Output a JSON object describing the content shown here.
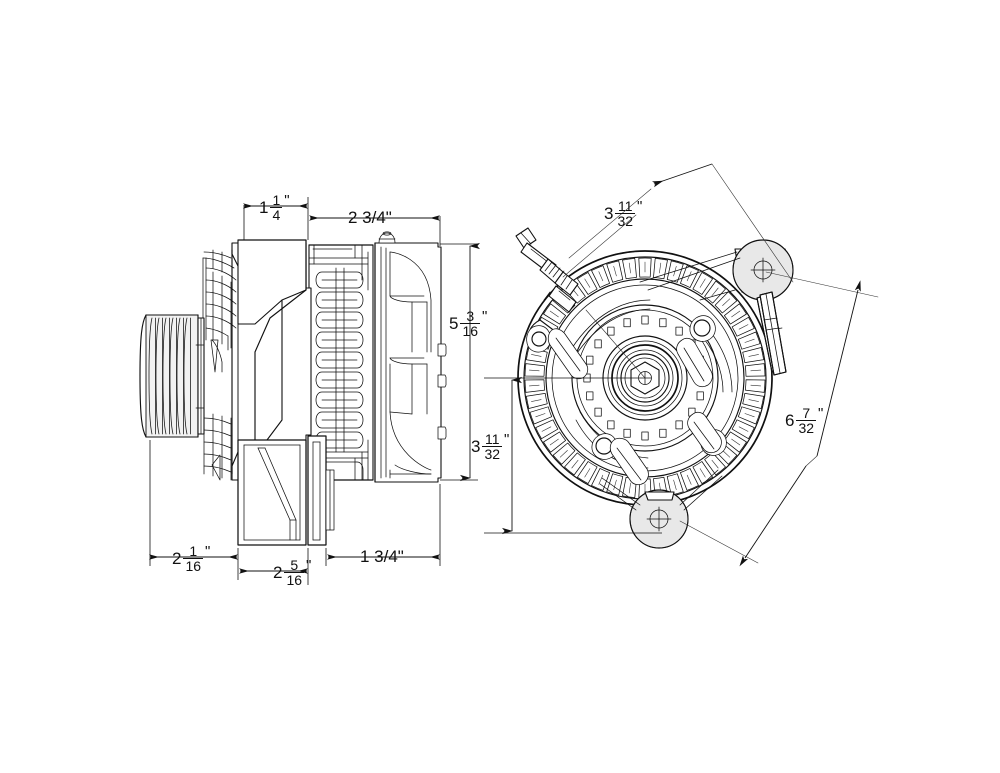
{
  "document": {
    "type": "engineering-dimensional-drawing",
    "subject": "automotive alternator",
    "background_color": "#ffffff",
    "line_color": "#111111",
    "units": "inches"
  },
  "views": {
    "side": {
      "name": "side-profile-view",
      "label": ""
    },
    "front": {
      "name": "front-end-view",
      "label": ""
    }
  },
  "dimensions": {
    "side_top_1": {
      "whole": "1",
      "num": "1",
      "den": "4",
      "mark": "\"",
      "stacked": true,
      "full": "1 1/4\""
    },
    "side_top_2": {
      "text": "2 3/4\"",
      "stacked": false,
      "full": "2 3/4\""
    },
    "side_right_height": {
      "whole": "5",
      "num": "3",
      "den": "16",
      "mark": "\"",
      "stacked": true,
      "full": "5 3/16\""
    },
    "side_bottom_1": {
      "whole": "2",
      "num": "1",
      "den": "16",
      "mark": "\"",
      "stacked": true,
      "full": "2 1/16\""
    },
    "side_bottom_2": {
      "whole": "2",
      "num": "5",
      "den": "16",
      "mark": "\"",
      "stacked": true,
      "full": "2 5/16\""
    },
    "side_bottom_3": {
      "text": "1 3/4\"",
      "stacked": false,
      "full": "1 3/4\""
    },
    "front_top_diag": {
      "whole": "3",
      "num": "11",
      "den": "32",
      "mark": "\"",
      "stacked": true,
      "full": "3 11/32\""
    },
    "front_left_vert": {
      "whole": "3",
      "num": "11",
      "den": "32",
      "mark": "\"",
      "stacked": true,
      "full": "3 11/32\""
    },
    "front_right_diag": {
      "whole": "6",
      "num": "7",
      "den": "32",
      "mark": "\"",
      "stacked": true,
      "full": "6 7/32\""
    }
  },
  "components": {
    "pulley": {
      "name": "serpentine-pulley",
      "grooves": 6
    },
    "front_housing": {
      "name": "drive-end-housing"
    },
    "stator": {
      "name": "stator-winding-stack"
    },
    "rear_cover": {
      "name": "rear-cover"
    },
    "terminal_stud": {
      "name": "b-plus-terminal-stud"
    },
    "center_nut": {
      "name": "center-hex-nut"
    },
    "mount_boss_top": {
      "name": "mounting-boss-top-right"
    },
    "mount_boss_bottom": {
      "name": "mounting-boss-bottom"
    },
    "vent_fins": {
      "name": "radial-ventilation-fins",
      "count": 46
    }
  }
}
